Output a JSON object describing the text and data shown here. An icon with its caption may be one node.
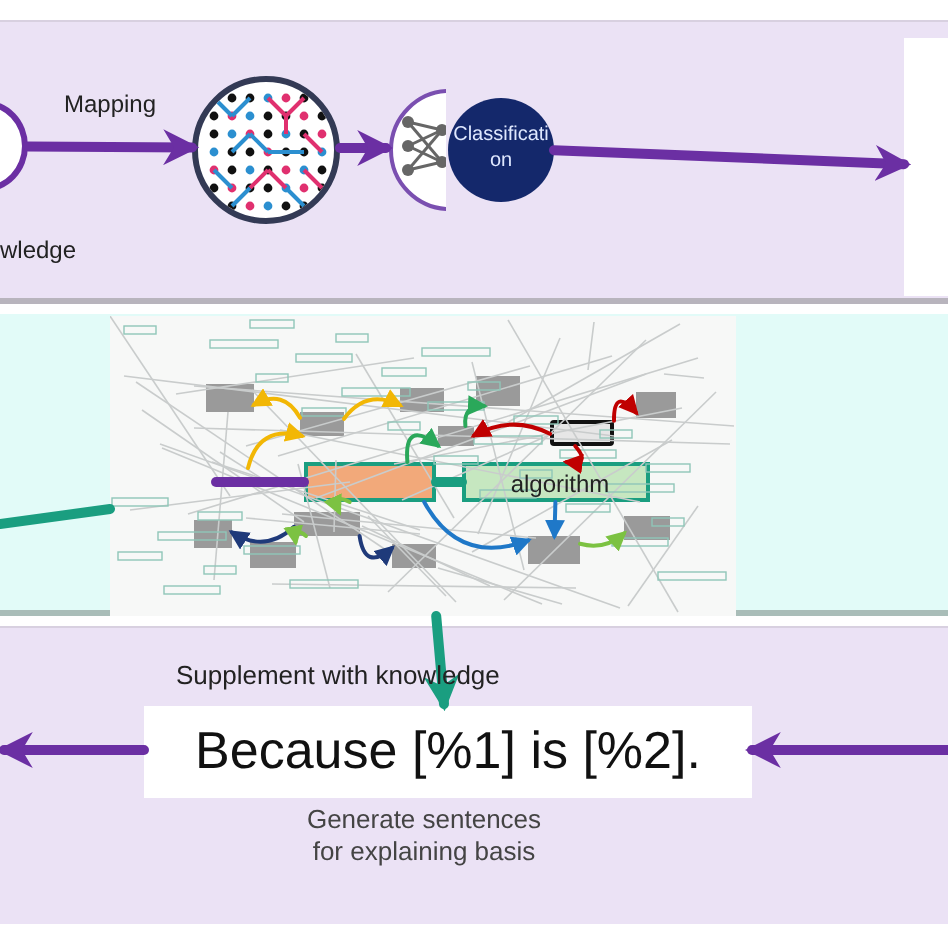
{
  "diagram": {
    "nodes": [
      {
        "text": [],
        "shape": "band"
      },
      {
        "text": [],
        "shape": "circle",
        "beside": [
          "wledge"
        ]
      },
      {
        "text": [],
        "shape": "circle",
        "in": 0
      },
      {
        "text": [],
        "shape": "circle",
        "in": 0
      },
      {
        "text": [
          "Classification"
        ],
        "in": 0
      },
      {
        "text": [],
        "shape": "box",
        "in": 0
      },
      {
        "text": [],
        "shape": "band"
      },
      {
        "text": [],
        "shape": "picture",
        "in": 6
      },
      {
        "text": [],
        "shape": "box",
        "in": 7
      },
      {
        "text": [
          "algorithm"
        ],
        "in": 7
      },
      {
        "text": [],
        "shape": "box",
        "in": 7
      },
      {
        "text": [],
        "shape": "box",
        "in": 7
      },
      {
        "text": [],
        "shape": "box",
        "in": 7
      },
      {
        "text": [],
        "shape": "box",
        "in": 7
      },
      {
        "text": [],
        "shape": "box",
        "in": 7
      },
      {
        "text": [],
        "shape": "box",
        "in": 7
      },
      {
        "text": [],
        "shape": "box",
        "in": 7
      },
      {
        "text": [],
        "shape": "box",
        "in": 7
      },
      {
        "text": [],
        "shape": "box",
        "in": 7
      },
      {
        "text": [],
        "shape": "box",
        "in": 7
      },
      {
        "text": [],
        "shape": "box",
        "in": 7
      },
      {
        "text": [],
        "shape": "box",
        "in": 7
      },
      {
        "text": [],
        "shape": "box",
        "in": 7
      },
      {
        "text": [
          "Supplement with knowledge",
          "Generate sentences for explaining basis"
        ]
      },
      {
        "text": [
          "Because [%1] is [%2]."
        ],
        "in": 23
      }
    ],
    "edges": [
      {
        "from": 1,
        "to": 2,
        "arrow": "to",
        "label": "Mapping",
        "style": "thick",
        "color": "#6b2fa3"
      },
      {
        "from": 2,
        "to": 3,
        "arrow": "to",
        "style": "thick",
        "color": "#6b2fa3"
      },
      {
        "from": 4,
        "to": 5,
        "arrow": "to",
        "style": "thick",
        "color": "#6b2fa3"
      },
      {
        "from": null,
        "to": 7,
        "arrow": "none",
        "style": "thick",
        "color": "#1a9e80"
      },
      {
        "from": null,
        "to": 8,
        "arrow": "none",
        "style": "thick",
        "color": "#6b2fa3"
      },
      {
        "from": 8,
        "to": 9,
        "arrow": "none",
        "style": "thick",
        "color": "#1a9e80"
      },
      {
        "from": null,
        "to": 12,
        "arrow": "to",
        "color": "#f2b705"
      },
      {
        "from": 12,
        "to": 11,
        "arrow": "to",
        "color": "#f2b705"
      },
      {
        "from": 12,
        "to": 13,
        "arrow": "to",
        "color": "#f2b705"
      },
      {
        "from": 8,
        "to": 15,
        "arrow": "to",
        "color": "#2aa85a"
      },
      {
        "from": 15,
        "to": 14,
        "arrow": "to",
        "color": "#2aa85a"
      },
      {
        "from": 10,
        "to": 16,
        "arrow": "to",
        "color": "#c00000"
      },
      {
        "from": 10,
        "to": 15,
        "arrow": "to",
        "color": "#c00000"
      },
      {
        "from": 10,
        "to": 9,
        "arrow": "to",
        "color": "#c00000"
      },
      {
        "from": 8,
        "to": 18,
        "arrow": "to",
        "color": "#7cc242"
      },
      {
        "from": 18,
        "to": 17,
        "arrow": "to",
        "color": "#1f3a7a"
      },
      {
        "from": 18,
        "to": 20,
        "arrow": "to",
        "color": "#1f3a7a"
      },
      {
        "from": 18,
        "to": 19,
        "arrow": "to",
        "color": "#7cc242"
      },
      {
        "from": 8,
        "to": 21,
        "arrow": "to",
        "color": "#1f78c8"
      },
      {
        "from": 9,
        "to": 21,
        "arrow": "to",
        "color": "#1f78c8"
      },
      {
        "from": 21,
        "to": 22,
        "arrow": "to",
        "color": "#7cc242"
      },
      {
        "from": 7,
        "to": 24,
        "arrow": "to",
        "style": "thick",
        "color": "#1a9e80"
      },
      {
        "from": 24,
        "to": null,
        "arrow": "to",
        "style": "thick",
        "color": "#6b2fa3"
      },
      {
        "from": null,
        "to": 24,
        "arrow": "to",
        "style": "thick",
        "color": "#6b2fa3"
      }
    ]
  }
}
